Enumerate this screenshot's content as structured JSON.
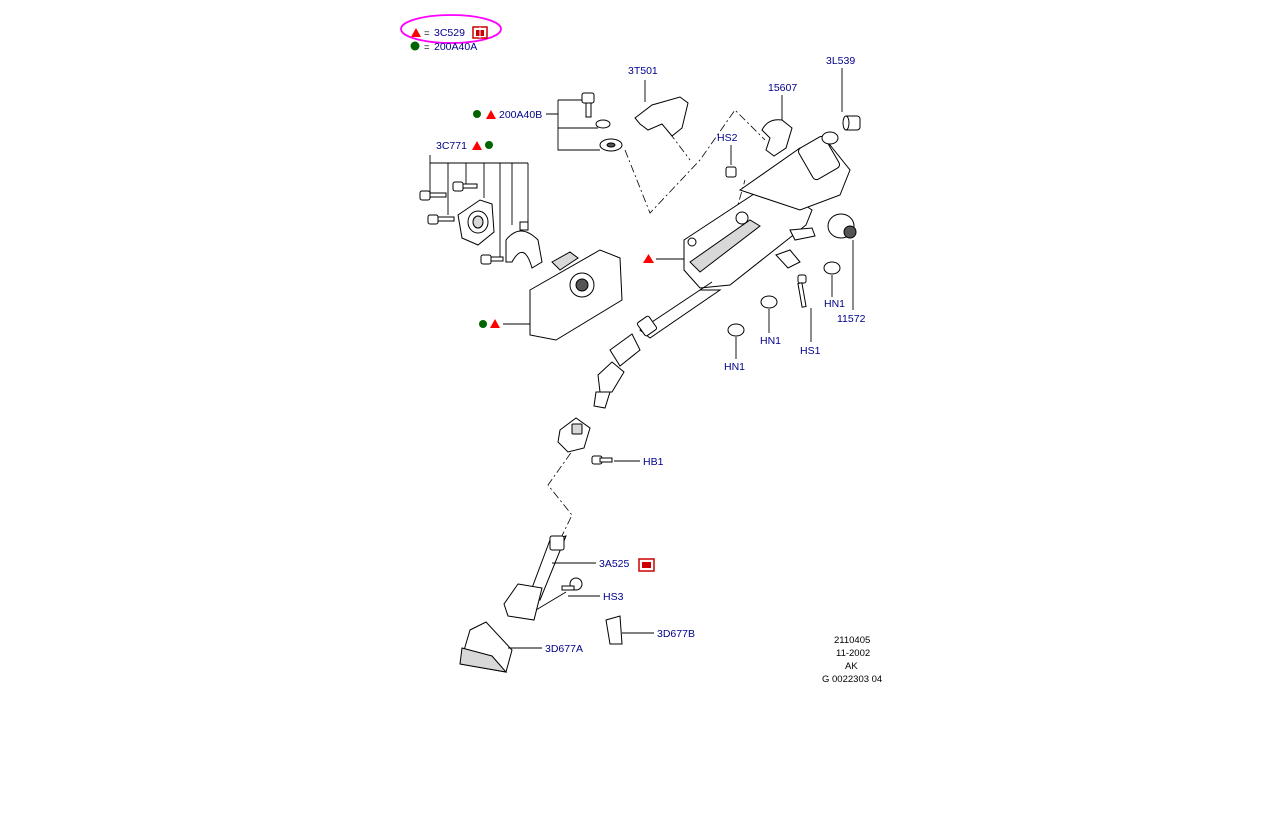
{
  "legend": {
    "triangle_code": "3C529",
    "circle_code": "200A40A",
    "equals": "="
  },
  "colors": {
    "label": "#00008b",
    "triangle": "#ff0000",
    "circle": "#006400",
    "highlight": "#ff00ff",
    "kit_icon": "#cc0000"
  },
  "icons": [
    "red-triangle-icon",
    "green-circle-icon",
    "kit-box-icon"
  ],
  "labels": {
    "p3T501": "3T501",
    "p15607": "15607",
    "p3L539": "3L539",
    "p200A40B": "200A40B",
    "pHS2": "HS2",
    "p3C771": "3C771",
    "pHN1_right": "HN1",
    "p11572": "11572",
    "pHN1_mid": "HN1",
    "pHS1": "HS1",
    "pHN1_left": "HN1",
    "pHB1": "HB1",
    "p3A525": "3A525",
    "pHS3": "HS3",
    "p3D677B": "3D677B",
    "p3D677A": "3D677A"
  },
  "meta": {
    "line1": "2110405",
    "line2": "11-2002",
    "line3": "AK",
    "line4": "G 0022303 04"
  }
}
